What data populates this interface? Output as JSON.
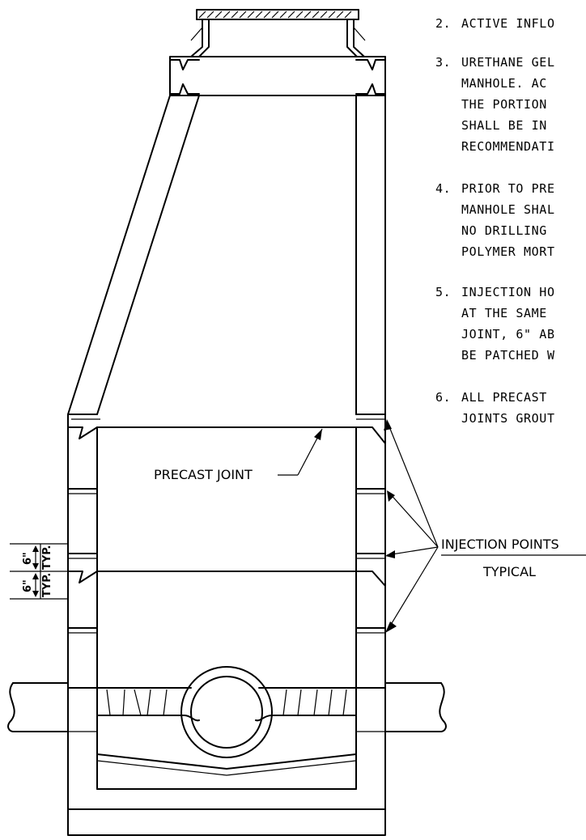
{
  "notes": [
    {
      "number": "2.",
      "lines": [
        "ACTIVE INFLO"
      ]
    },
    {
      "number": "3.",
      "lines": [
        "URETHANE GEL",
        "MANHOLE.  AC",
        "THE PORTION",
        "SHALL BE IN",
        "RECOMMENDATI"
      ]
    },
    {
      "number": "4.",
      "lines": [
        "PRIOR TO PRE",
        "MANHOLE SHAL",
        "NO DRILLING",
        "POLYMER MORT"
      ]
    },
    {
      "number": "5.",
      "lines": [
        "INJECTION HO",
        "AT THE SAME",
        "JOINT, 6\" AB",
        "BE PATCHED W"
      ]
    },
    {
      "number": "6.",
      "lines": [
        "ALL PRECAST",
        "JOINTS GROUT"
      ]
    }
  ],
  "labels": {
    "precast_joint": "PRECAST JOINT",
    "injection_points": "INJECTION POINTS",
    "typical": "TYPICAL"
  },
  "dimensions": {
    "upper_value": "6\"",
    "upper_typ": "TYP.",
    "lower_value": "6\"",
    "lower_typ": "TYP."
  }
}
